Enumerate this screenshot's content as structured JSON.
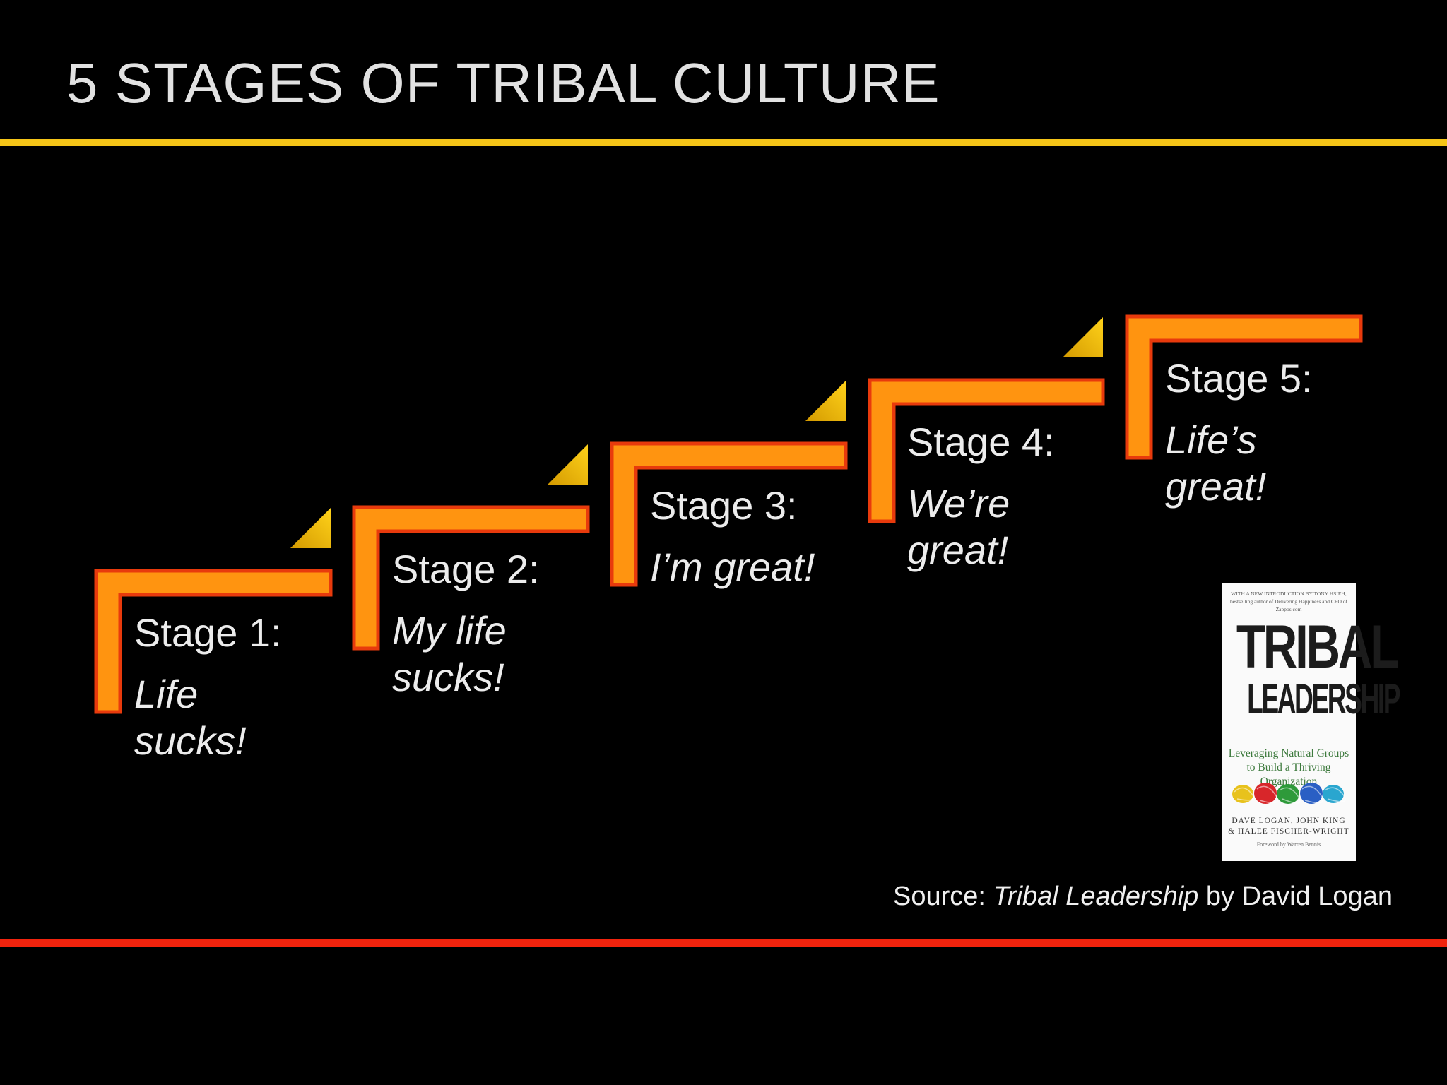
{
  "title": "5 STAGES OF TRIBAL CULTURE",
  "stages": [
    {
      "label": "Stage 1:",
      "quote_line1": "Life",
      "quote_line2": "sucks!"
    },
    {
      "label": "Stage 2:",
      "quote_line1": "My life",
      "quote_line2": "sucks!"
    },
    {
      "label": "Stage 3:",
      "quote_line1": "I’m great!",
      "quote_line2": ""
    },
    {
      "label": "Stage 4:",
      "quote_line1": "We’re",
      "quote_line2": "great!"
    },
    {
      "label": "Stage 5:",
      "quote_line1": "Life’s",
      "quote_line2": "great!"
    }
  ],
  "source": {
    "prefix": "Source: ",
    "book_title": "Tribal Leadership",
    "suffix": " by David Logan"
  },
  "book_cover": {
    "blurb_line1": "WITH A NEW INTRODUCTION BY TONY HSIEH,",
    "blurb_line2": "bestselling author of Delivering Happiness and CEO of Zappos.com",
    "title_line1": "TRIBAL",
    "title_line2": "LEADERSHIP",
    "subtitle_line1": "Leveraging Natural Groups",
    "subtitle_line2": "to Build a Thriving Organization",
    "authors_line1": "DAVE LOGAN, JOHN KING",
    "authors_line2": "& HALEE FISCHER-WRIGHT",
    "foreword": "Foreword by Warren Bennis"
  },
  "colors": {
    "background": "#000000",
    "top_rule": "#f5c518",
    "bottom_rule": "#f0230d",
    "step_fill": "#ff9410",
    "step_border": "#e83a0c",
    "arrow_fill": "#f2c200",
    "text": "#ececec"
  }
}
